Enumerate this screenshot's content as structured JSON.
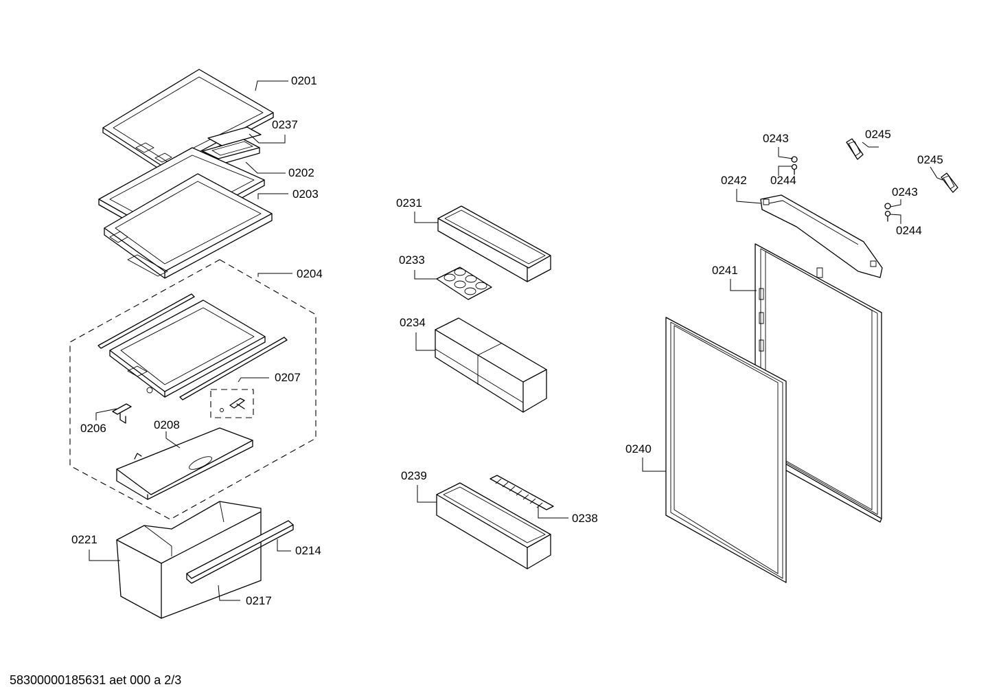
{
  "labels": {
    "p0201": "0201",
    "p0237": "0237",
    "p0202": "0202",
    "p0203": "0203",
    "p0204": "0204",
    "p0207": "0207",
    "p0206": "0206",
    "p0208": "0208",
    "p0221": "0221",
    "p0214": "0214",
    "p0217": "0217",
    "p0231": "0231",
    "p0233": "0233",
    "p0234": "0234",
    "p0239": "0239",
    "p0238": "0238",
    "p0243a": "0243",
    "p0244a": "0244",
    "p0245a": "0245",
    "p0245b": "0245",
    "p0242": "0242",
    "p0243b": "0243",
    "p0244b": "0244",
    "p0241": "0241",
    "p0240": "0240"
  },
  "footer": "58300000185631 aet 000 a 2/3"
}
